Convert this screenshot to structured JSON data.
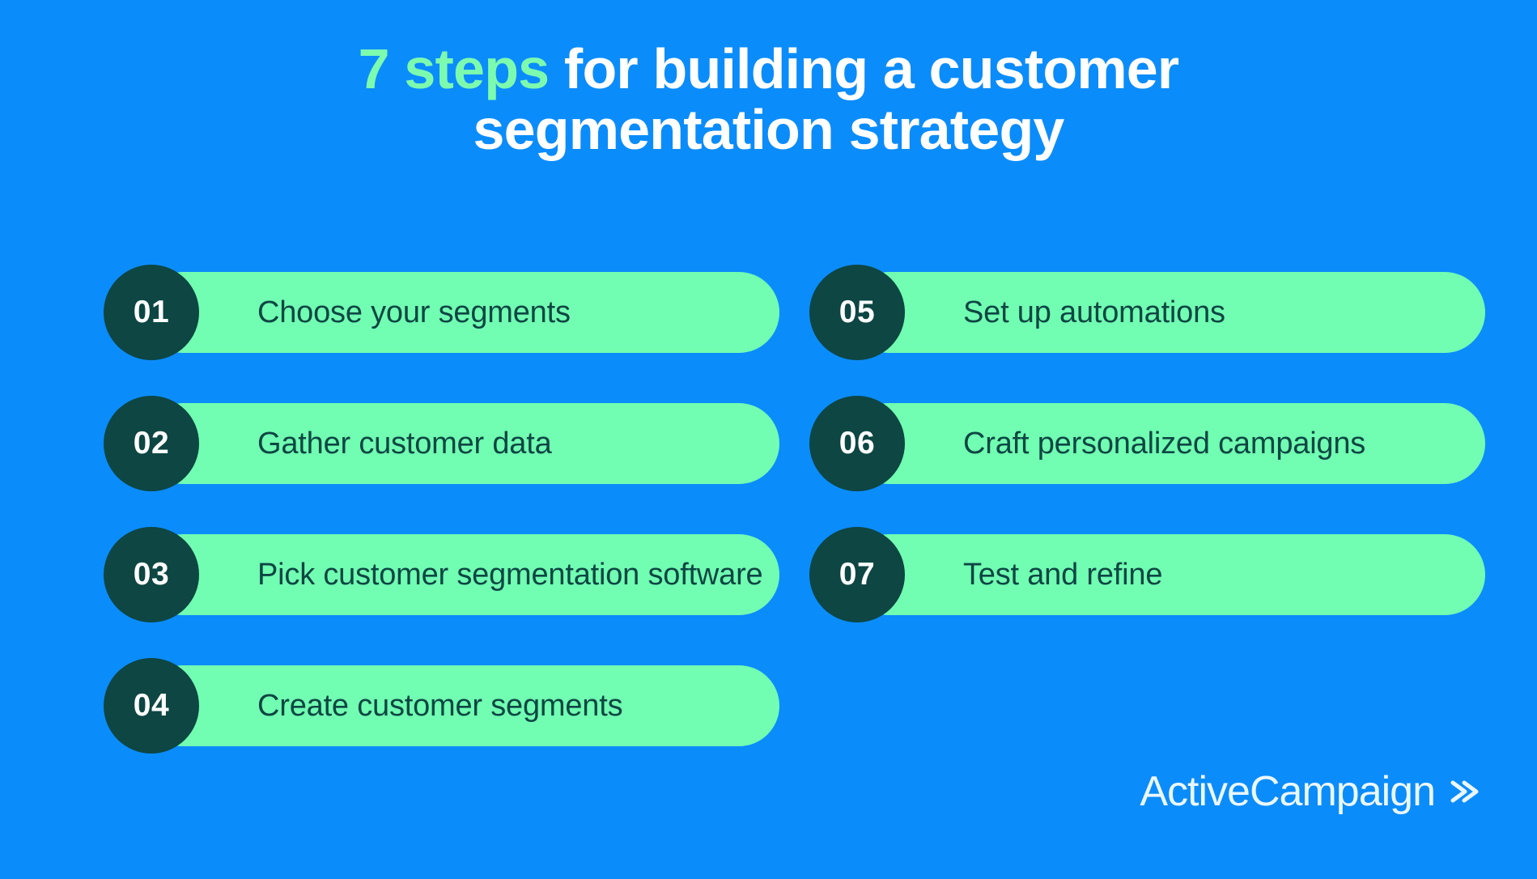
{
  "title": {
    "accent_text": "7 steps",
    "rest_line1": " for building a customer",
    "line2": "segmentation strategy"
  },
  "colors": {
    "background": "#0b8cfb",
    "pill": "#71feb2",
    "badge": "#0d4643",
    "accent_green": "#7cfbaf",
    "title_white": "#ffffff",
    "label_text": "#0d4643"
  },
  "steps": {
    "left_column": [
      {
        "number": "01",
        "label": "Choose your segments"
      },
      {
        "number": "02",
        "label": "Gather customer data"
      },
      {
        "number": "03",
        "label": "Pick customer segmentation software"
      },
      {
        "number": "04",
        "label": "Create customer segments"
      }
    ],
    "right_column": [
      {
        "number": "05",
        "label": "Set up automations"
      },
      {
        "number": "06",
        "label": "Craft personalized campaigns"
      },
      {
        "number": "07",
        "label": "Test and refine"
      }
    ]
  },
  "footer": {
    "brand": "ActiveCampaign",
    "chevron_icon": "double-chevron-right-icon"
  }
}
